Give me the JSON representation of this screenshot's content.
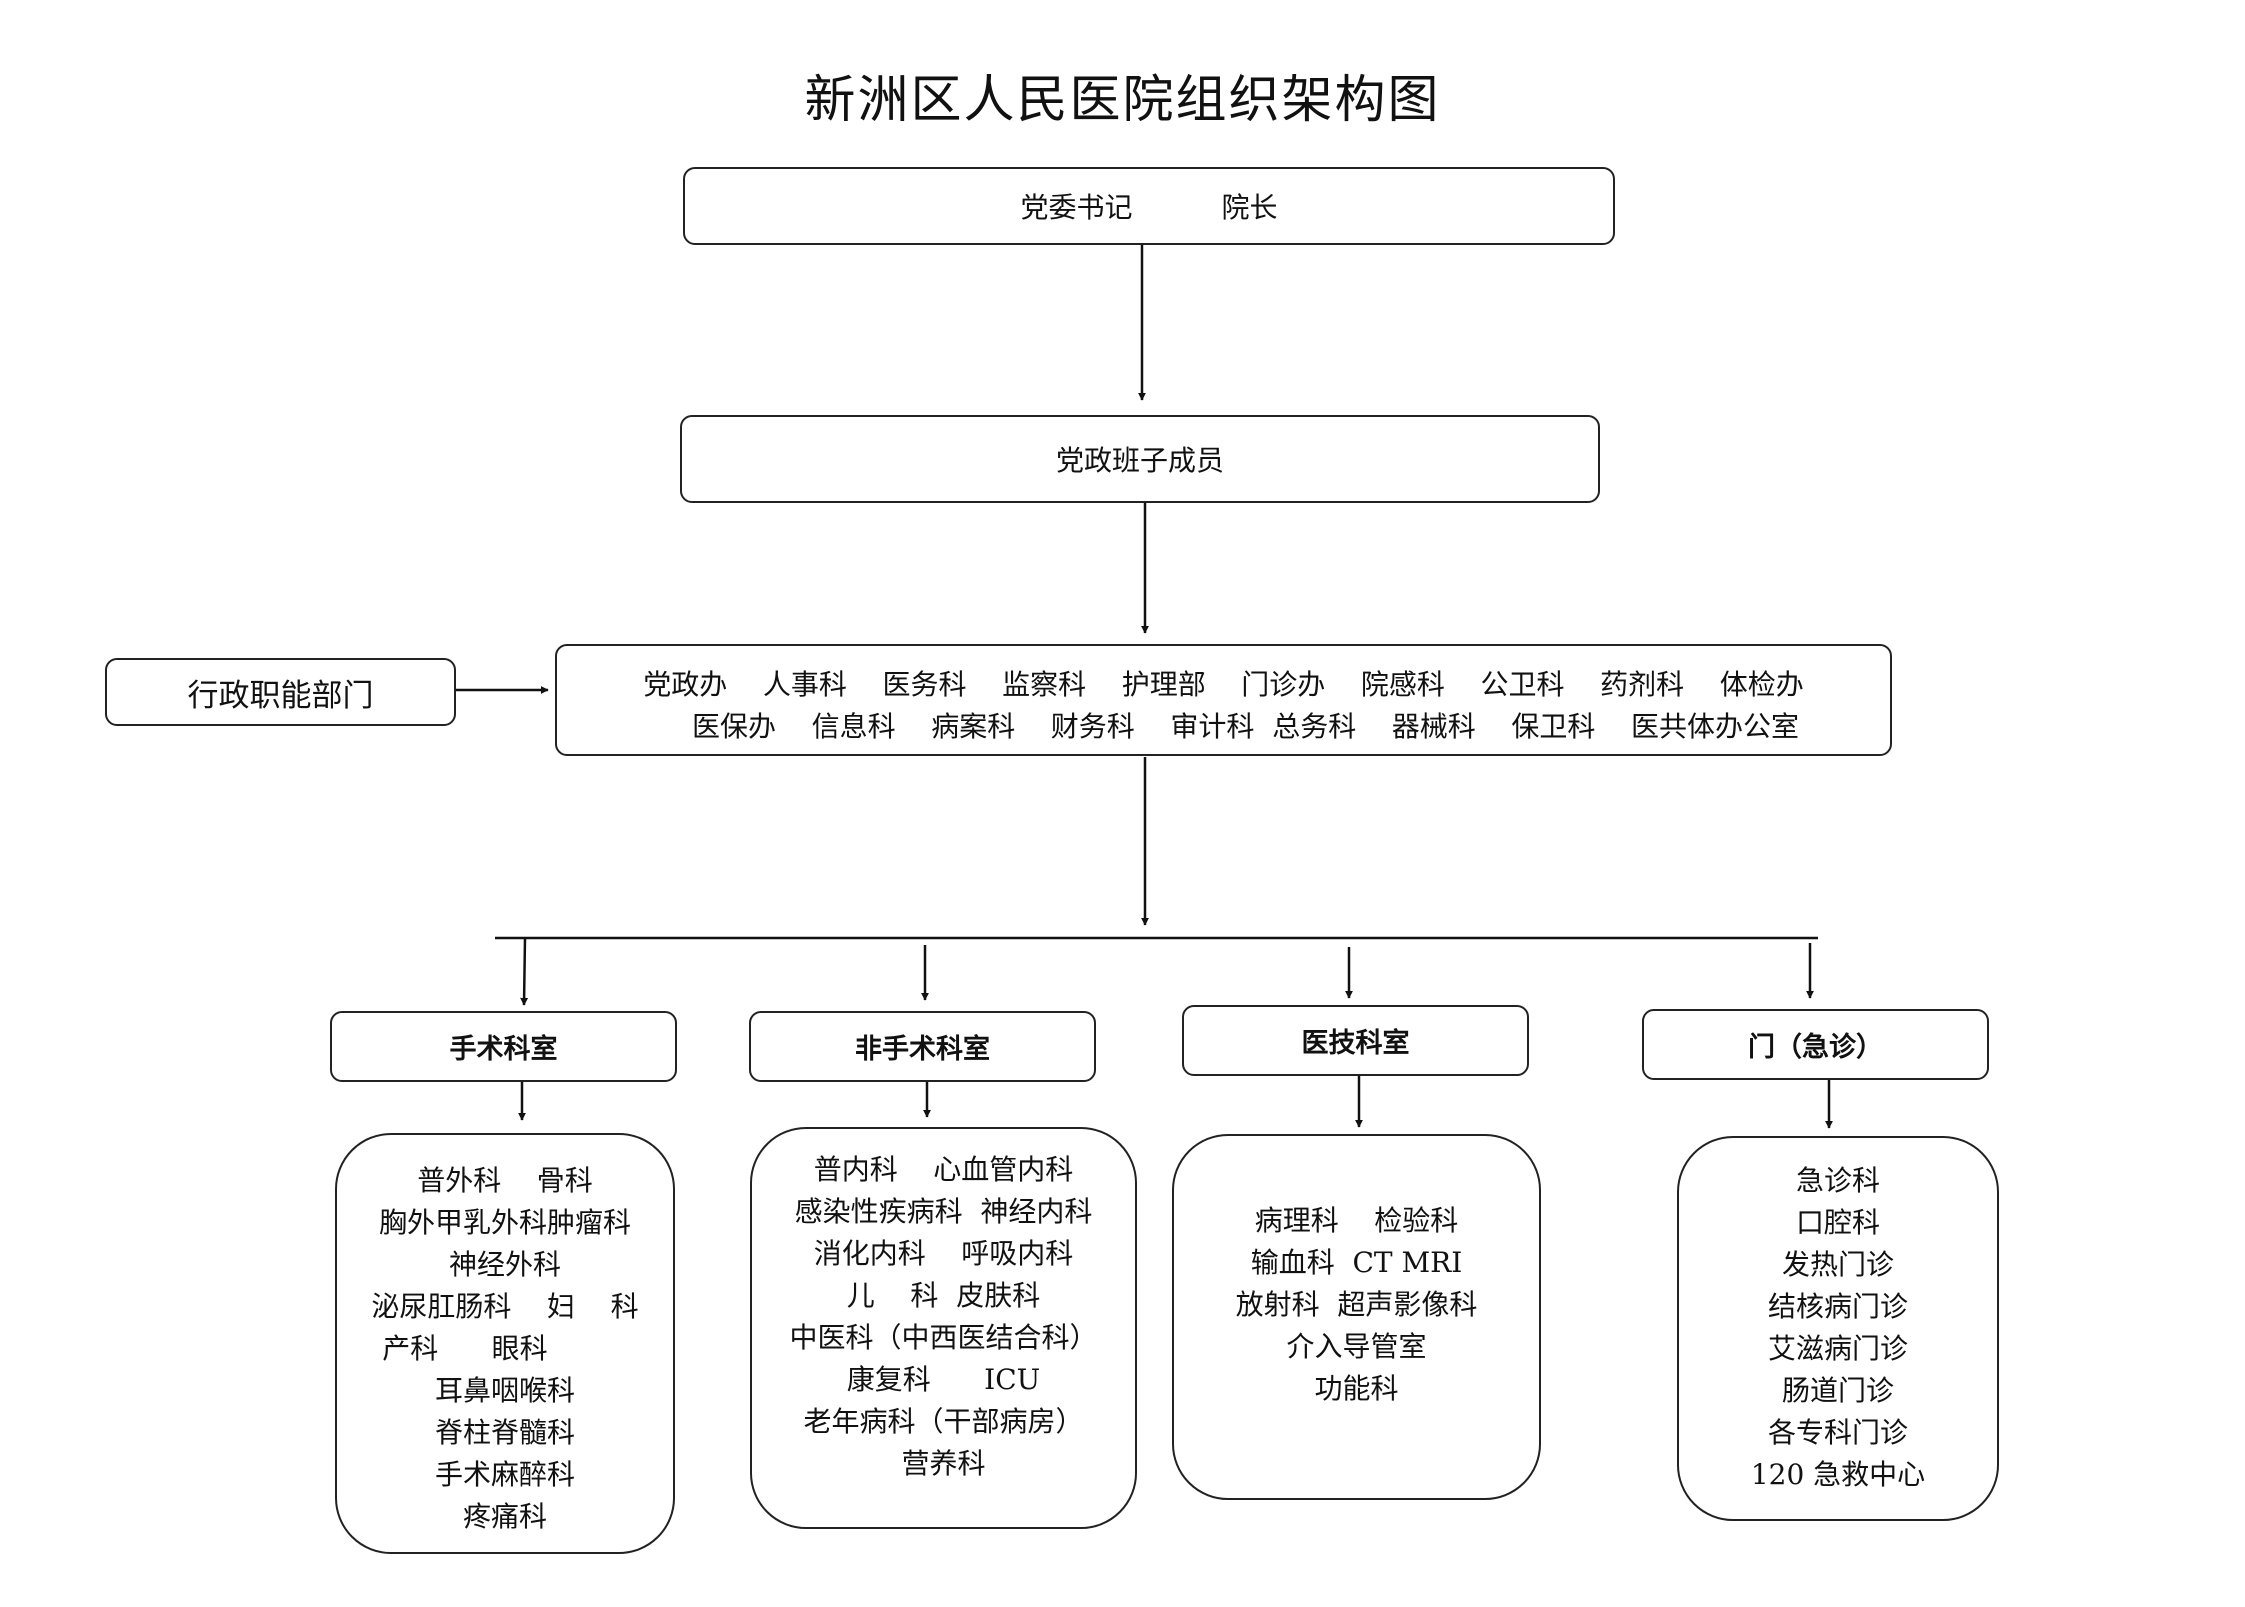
{
  "title": "新洲区人民医院组织架构图",
  "top_box": {
    "line": "党委书记          院长"
  },
  "leadership_box": {
    "label": "党政班子成员"
  },
  "admin_label": "行政职能部门",
  "admin_departments": {
    "row1": "党政办    人事科    医务科    监察科    护理部    门诊办    院感科    公卫科    药剂科    体检办",
    "row2": "医保办    信息科    病案科    财务科    审计科  总务科    器械科    保卫科    医共体办公室"
  },
  "categories": [
    {
      "label": "手术科室",
      "items": [
        "普外科    骨科",
        "胸外甲乳外科肿瘤科",
        "神经外科",
        "泌尿肛肠科    妇    科",
        "产科      眼科         ",
        "耳鼻咽喉科",
        "脊柱脊髓科",
        "手术麻醉科",
        "疼痛科"
      ]
    },
    {
      "label": "非手术科室",
      "items": [
        "普内科    心血管内科",
        "感染性疾病科  神经内科",
        "消化内科    呼吸内科",
        "儿    科  皮肤科",
        "中医科（中西医结合科）",
        "康复科      ICU",
        "老年病科（干部病房）",
        "营养科"
      ]
    },
    {
      "label": "医技科室",
      "items": [
        "病理科    检验科",
        "输血科  CT MRI",
        "放射科  超声影像科",
        "介入导管室",
        "功能科"
      ]
    },
    {
      "label": "门（急诊）",
      "items": [
        "急诊科",
        "口腔科",
        "发热门诊",
        "结核病门诊",
        "艾滋病门诊",
        "肠道门诊",
        "各专科门诊",
        "120 急救中心"
      ]
    }
  ]
}
